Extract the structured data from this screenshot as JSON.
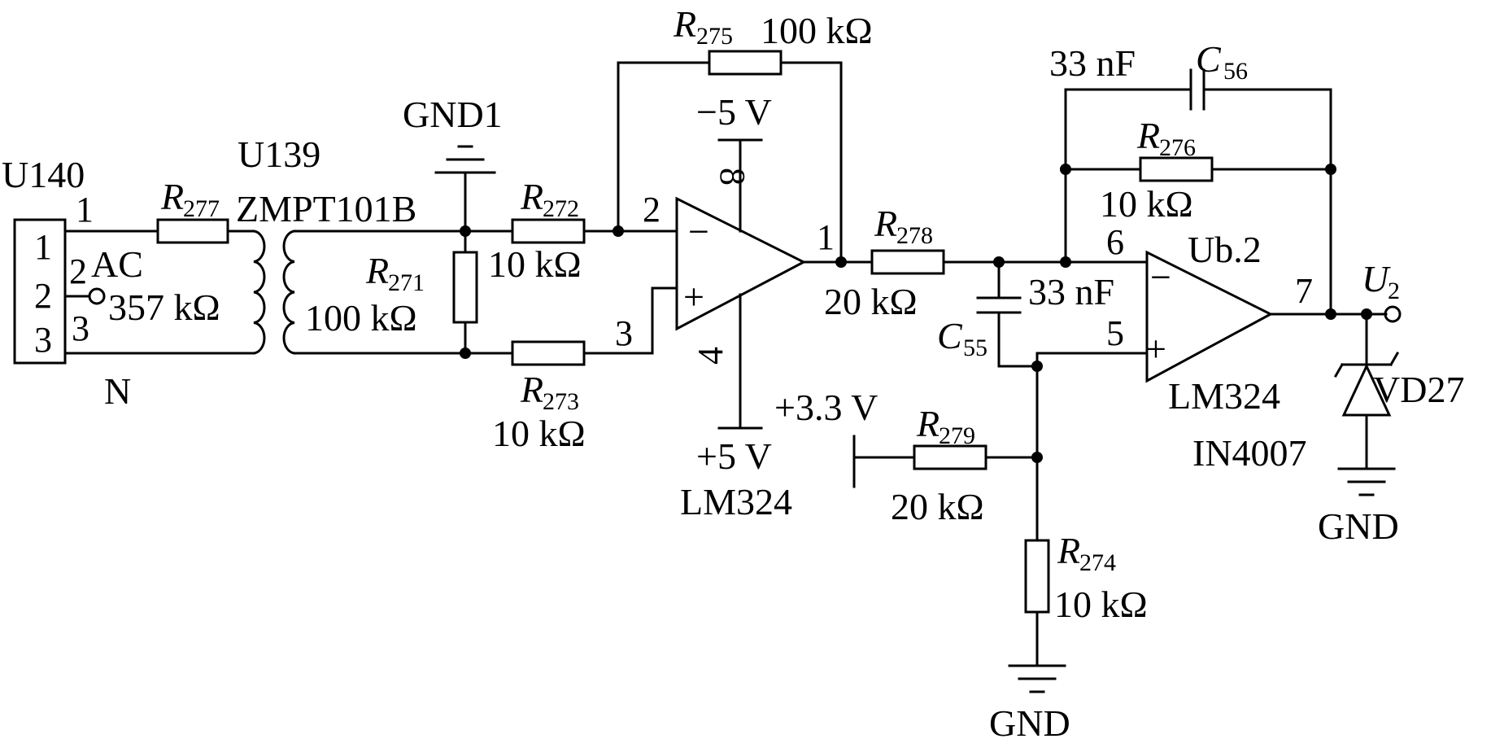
{
  "connector": {
    "ref": "U140",
    "pins": [
      "1",
      "2",
      "3"
    ],
    "label_ac": "AC",
    "label_n": "N",
    "pin_numbers": [
      "1",
      "2",
      "3"
    ]
  },
  "transformer": {
    "ref": "U139",
    "part": "ZMPT101B"
  },
  "gnd1": "GND1",
  "resistors": {
    "r277": {
      "letter": "R",
      "sub": "277",
      "value": "357 kΩ"
    },
    "r271": {
      "letter": "R",
      "sub": "271",
      "value": "100 kΩ"
    },
    "r272": {
      "letter": "R",
      "sub": "272",
      "value": "10 kΩ"
    },
    "r273": {
      "letter": "R",
      "sub": "273",
      "value": "10 kΩ"
    },
    "r275": {
      "letter": "R",
      "sub": "275",
      "value": "100 kΩ"
    },
    "r278": {
      "letter": "R",
      "sub": "278",
      "value": "20 kΩ"
    },
    "r276": {
      "letter": "R",
      "sub": "276",
      "value": "10 kΩ"
    },
    "r279": {
      "letter": "R",
      "sub": "279",
      "value": "20 kΩ"
    },
    "r274": {
      "letter": "R",
      "sub": "274",
      "value": "10 kΩ"
    }
  },
  "capacitors": {
    "c56": {
      "letter": "C",
      "sub": "56",
      "value": "33 nF"
    },
    "c55": {
      "letter": "C",
      "sub": "55",
      "value": "33 nF"
    }
  },
  "opamp1": {
    "part": "LM324",
    "neg_supply": "−5 V",
    "pos_supply": "+5 V",
    "pin_inv": "2",
    "pin_noninv": "3",
    "pin_out": "1",
    "pin_vneg": "8",
    "pin_vpos": "4",
    "minus": "−",
    "plus": "+"
  },
  "opamp2": {
    "ref": "Ub.2",
    "part": "LM324",
    "pin_inv": "6",
    "pin_noninv": "5",
    "pin_out": "7",
    "minus": "−",
    "plus": "+"
  },
  "bias_supply": "+3.3 V",
  "output": {
    "letter": "U",
    "sub": "2"
  },
  "diode": {
    "ref": "VD27",
    "part": "IN4007"
  },
  "gnd_labels": [
    "GND",
    "GND"
  ]
}
